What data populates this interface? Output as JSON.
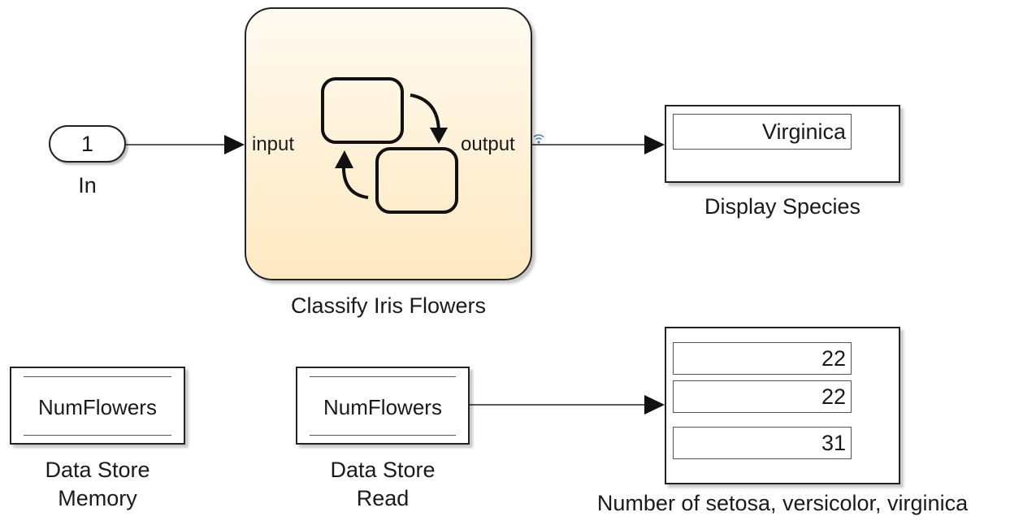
{
  "inport": {
    "port_number": "1",
    "name": "In"
  },
  "chart": {
    "name": "Classify Iris Flowers",
    "input_port": "input",
    "output_port": "output"
  },
  "display_species": {
    "name": "Display Species",
    "value": "Virginica"
  },
  "display_counts": {
    "name": "Number of setosa, versicolor, virginica",
    "values": [
      "22",
      "22",
      "31"
    ]
  },
  "ds_memory": {
    "variable": "NumFlowers",
    "name_line1": "Data Store",
    "name_line2": "Memory"
  },
  "ds_read": {
    "variable": "NumFlowers",
    "name_line1": "Data Store",
    "name_line2": "Read"
  },
  "colors": {
    "chart_fill": "#fff0d3",
    "signal_line": "#222222",
    "logging_icon": "#3a7bd5"
  }
}
